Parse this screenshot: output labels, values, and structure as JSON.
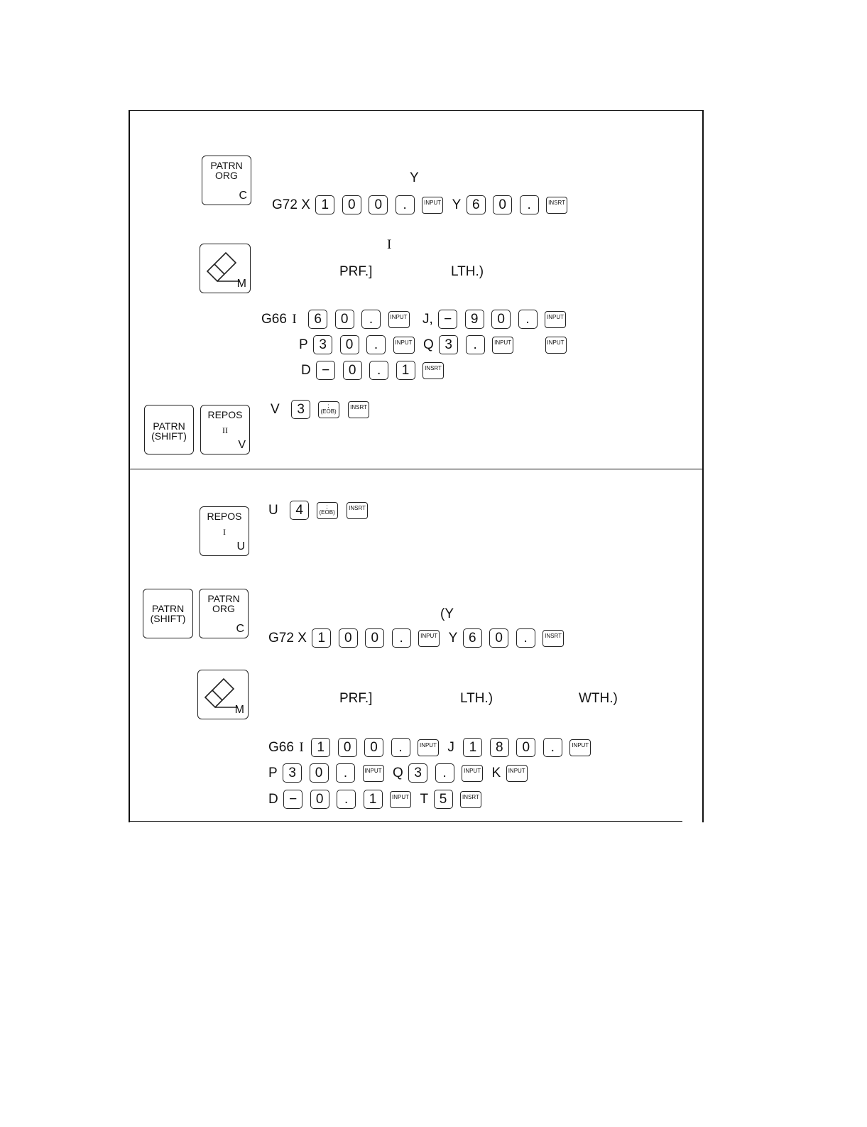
{
  "section1": {
    "key_patrn_org": {
      "line1": "PATRN",
      "line2": "ORG",
      "corner": "C"
    },
    "key_clear": {
      "corner": "M"
    },
    "key_patrn_shift": {
      "line1": "PATRN",
      "line2": "(SHIFT)"
    },
    "key_repos": {
      "line1": "REPOS",
      "sub": "II",
      "corner": "V"
    },
    "note_y": "Y",
    "note_i": "I",
    "note_prf": "PRF.]",
    "note_lth": "LTH.)",
    "g72_row": {
      "prefix": "G72 X",
      "keys1": [
        "1",
        "0",
        "0",
        "."
      ],
      "func1": "INPUT",
      "label2": "Y",
      "keys2": [
        "6",
        "0",
        "."
      ],
      "func2": "INSRT"
    },
    "g66_row": {
      "prefix": "G66",
      "i": "I",
      "keys1": [
        "6",
        "0",
        "."
      ],
      "func1": "INPUT",
      "label2": "J,",
      "keys2": [
        "−",
        "9",
        "0",
        "."
      ],
      "func2": "INPUT"
    },
    "p_row": {
      "label1": "P",
      "keys1": [
        "3",
        "0",
        "."
      ],
      "func1": "INPUT",
      "label2": "Q",
      "keys2": [
        "3",
        "."
      ],
      "func2": "INPUT",
      "func3": "INPUT"
    },
    "d_row": {
      "label1": "D",
      "keys1": [
        "−",
        "0",
        ".",
        "1"
      ],
      "func1": "INSRT"
    },
    "v_row": {
      "label1": "V",
      "keys1": [
        "3"
      ],
      "eob_line1": ";",
      "eob_line2": "(EOB)",
      "func1": "INSRT"
    }
  },
  "section2": {
    "key_repos": {
      "line1": "REPOS",
      "sub": "I",
      "corner": "U"
    },
    "key_patrn_shift": {
      "line1": "PATRN",
      "line2": "(SHIFT)"
    },
    "key_patrn_org": {
      "line1": "PATRN",
      "line2": "ORG",
      "corner": "C"
    },
    "key_clear": {
      "corner": "M"
    },
    "note_y": "(Y",
    "note_prf": "PRF.]",
    "note_lth": "LTH.)",
    "note_wth": "WTH.)",
    "u_row": {
      "label1": "U",
      "keys1": [
        "4"
      ],
      "eob_line1": ";",
      "eob_line2": "(EOB)",
      "func1": "INSRT"
    },
    "g72_row": {
      "prefix": "G72 X",
      "keys1": [
        "1",
        "0",
        "0",
        "."
      ],
      "func1": "INPUT",
      "label2": "Y",
      "keys2": [
        "6",
        "0",
        "."
      ],
      "func2": "INSRT"
    },
    "g66_row": {
      "prefix": "G66",
      "i": "I",
      "keys1": [
        "1",
        "0",
        "0",
        "."
      ],
      "func1": "INPUT",
      "label2": "J",
      "keys2": [
        "1",
        "8",
        "0",
        "."
      ],
      "func2": "INPUT"
    },
    "p_row": {
      "label1": "P",
      "keys1": [
        "3",
        "0",
        "."
      ],
      "func1": "INPUT",
      "label2": "Q",
      "keys2": [
        "3",
        "."
      ],
      "func2": "INPUT",
      "label3": "K",
      "func3": "INPUT"
    },
    "d_row": {
      "label1": "D",
      "keys1": [
        "−",
        "0",
        ".",
        "1"
      ],
      "func1": "INPUT",
      "label2": "T",
      "keys2": [
        "5"
      ],
      "func2": "INSRT"
    }
  }
}
